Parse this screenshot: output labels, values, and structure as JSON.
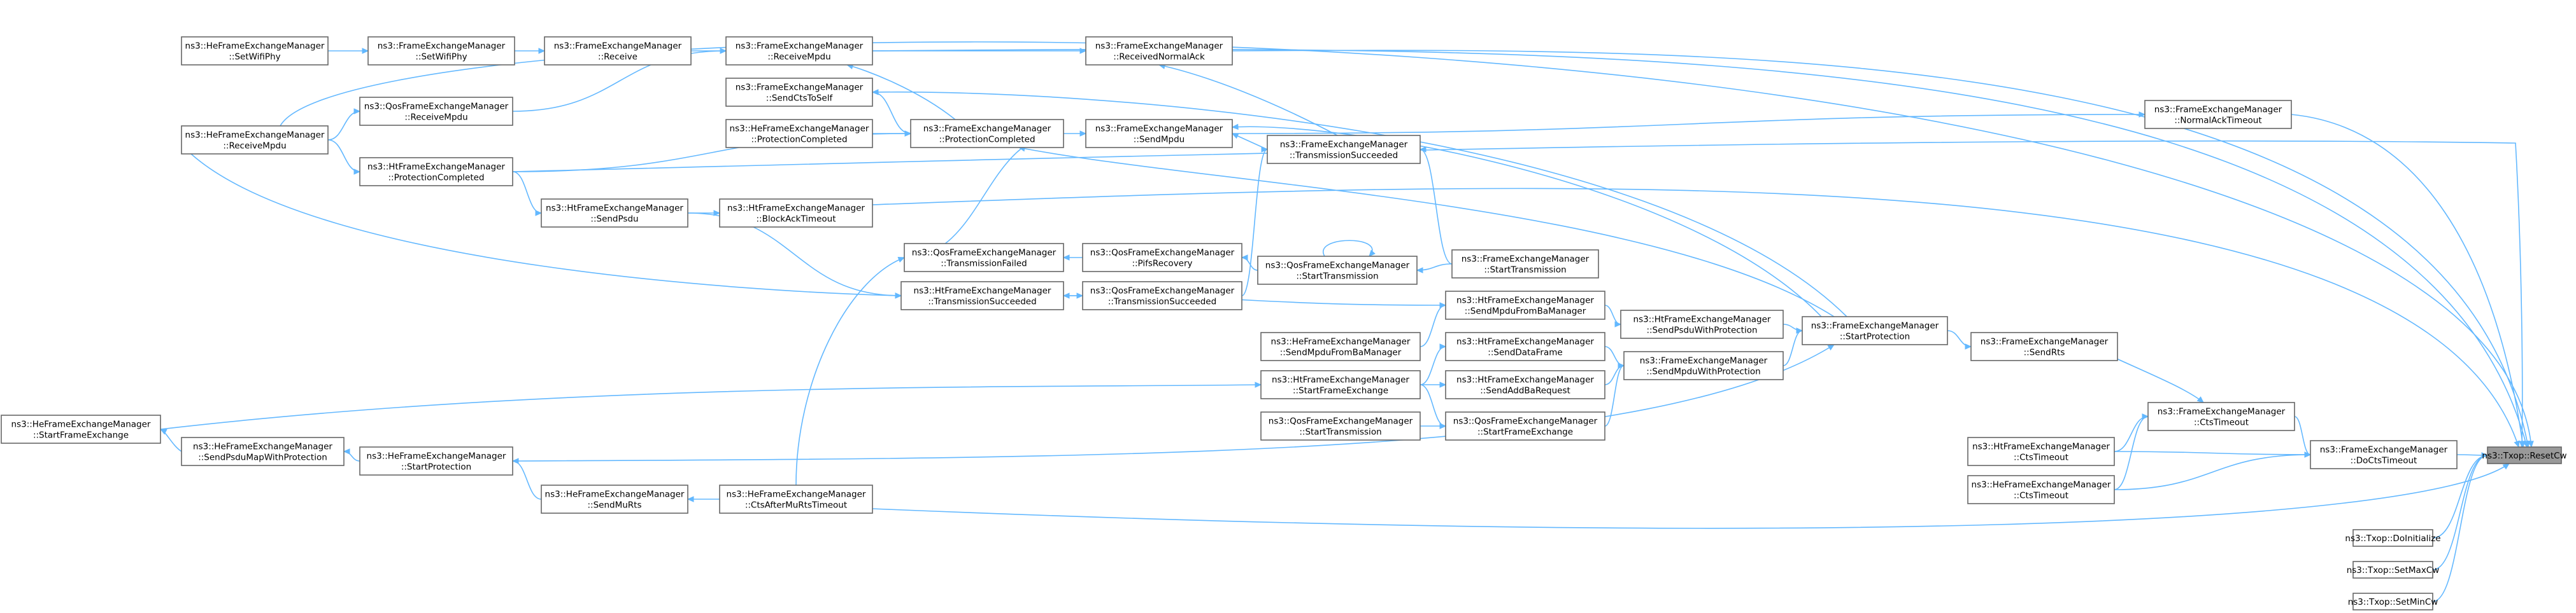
{
  "graph": {
    "root": "txop-resetcw",
    "nodes": [
      {
        "id": "txop-resetcw",
        "lines": [
          "ns3::Txop::ResetCw"
        ]
      },
      {
        "id": "fem-dectstimeout",
        "lines": [
          "ns3::FrameExchangeManager",
          "::DoCtsTimeout"
        ]
      },
      {
        "id": "txop-doinitialize",
        "lines": [
          "ns3::Txop::DoInitialize"
        ]
      },
      {
        "id": "txop-setmaxcw",
        "lines": [
          "ns3::Txop::SetMaxCw"
        ]
      },
      {
        "id": "txop-setmincw",
        "lines": [
          "ns3::Txop::SetMinCw"
        ]
      },
      {
        "id": "fem-ctstimeout",
        "lines": [
          "ns3::FrameExchangeManager",
          "::CtsTimeout"
        ]
      },
      {
        "id": "htfem-ctstimeout",
        "lines": [
          "ns3::HtFrameExchangeManager",
          "::CtsTimeout"
        ]
      },
      {
        "id": "hefem-ctstimeout",
        "lines": [
          "ns3::HeFrameExchangeManager",
          "::CtsTimeout"
        ]
      },
      {
        "id": "fem-sendrts",
        "lines": [
          "ns3::FrameExchangeManager",
          "::SendRts"
        ]
      },
      {
        "id": "fem-startprotection",
        "lines": [
          "ns3::FrameExchangeManager",
          "::StartProtection"
        ]
      },
      {
        "id": "fem-normalacktimeout",
        "lines": [
          "ns3::FrameExchangeManager",
          "::NormalAckTimeout"
        ]
      },
      {
        "id": "fem-receivednormalack",
        "lines": [
          "ns3::FrameExchangeManager",
          "::ReceivedNormalAck"
        ]
      },
      {
        "id": "fem-receivempdu",
        "lines": [
          "ns3::FrameExchangeManager",
          "::ReceiveMpdu"
        ]
      },
      {
        "id": "fem-receive",
        "lines": [
          "ns3::FrameExchangeManager",
          "::Receive"
        ]
      },
      {
        "id": "fem-setwifiphy",
        "lines": [
          "ns3::FrameExchangeManager",
          "::SetWifiPhy"
        ]
      },
      {
        "id": "hefem-setwifiphy",
        "lines": [
          "ns3::HeFrameExchangeManager",
          "::SetWifiPhy"
        ]
      },
      {
        "id": "hefem-receivempdu",
        "lines": [
          "ns3::HeFrameExchangeManager",
          "::ReceiveMpdu"
        ]
      },
      {
        "id": "qosfem-receivempdu",
        "lines": [
          "ns3::QosFrameExchangeManager",
          "::ReceiveMpdu"
        ]
      },
      {
        "id": "fem-sendctstoself",
        "lines": [
          "ns3::FrameExchangeManager",
          "::SendCtsToSelf"
        ]
      },
      {
        "id": "hefem-protectioncompleted",
        "lines": [
          "ns3::HeFrameExchangeManager",
          "::ProtectionCompleted"
        ]
      },
      {
        "id": "fem-protectioncompleted",
        "lines": [
          "ns3::FrameExchangeManager",
          "::ProtectionCompleted"
        ]
      },
      {
        "id": "fem-sendmpdu",
        "lines": [
          "ns3::FrameExchangeManager",
          "::SendMpdu"
        ]
      },
      {
        "id": "fem-transmissionsucceeded",
        "lines": [
          "ns3::FrameExchangeManager",
          "::TransmissionSucceeded"
        ]
      },
      {
        "id": "htfem-protectioncompleted",
        "lines": [
          "ns3::HtFrameExchangeManager",
          "::ProtectionCompleted"
        ]
      },
      {
        "id": "htfem-sendpsdu",
        "lines": [
          "ns3::HtFrameExchangeManager",
          "::SendPsdu"
        ]
      },
      {
        "id": "htfem-blockacktimeout",
        "lines": [
          "ns3::HtFrameExchangeManager",
          "::BlockAckTimeout"
        ]
      },
      {
        "id": "qosfem-transmissionfailed",
        "lines": [
          "ns3::QosFrameExchangeManager",
          "::TransmissionFailed"
        ]
      },
      {
        "id": "qosfem-pifsrecovery",
        "lines": [
          "ns3::QosFrameExchangeManager",
          "::PifsRecovery"
        ]
      },
      {
        "id": "qosfem-starttransmission-a",
        "lines": [
          "ns3::QosFrameExchangeManager",
          "::StartTransmission"
        ]
      },
      {
        "id": "fem-starttransmission",
        "lines": [
          "ns3::FrameExchangeManager",
          "::StartTransmission"
        ]
      },
      {
        "id": "htfem-transmissionsucceeded",
        "lines": [
          "ns3::HtFrameExchangeManager",
          "::TransmissionSucceeded"
        ]
      },
      {
        "id": "qosfem-transmissionsucceeded",
        "lines": [
          "ns3::QosFrameExchangeManager",
          "::TransmissionSucceeded"
        ]
      },
      {
        "id": "htfem-sendmpdufrombamanager",
        "lines": [
          "ns3::HtFrameExchangeManager",
          "::SendMpduFromBaManager"
        ]
      },
      {
        "id": "htfem-sendpsduwithprotection",
        "lines": [
          "ns3::HtFrameExchangeManager",
          "::SendPsduWithProtection"
        ]
      },
      {
        "id": "hefem-sendmpdufrombamanager",
        "lines": [
          "ns3::HeFrameExchangeManager",
          "::SendMpduFromBaManager"
        ]
      },
      {
        "id": "htfem-senddataframe",
        "lines": [
          "ns3::HtFrameExchangeManager",
          "::SendDataFrame"
        ]
      },
      {
        "id": "fem-sendmpduwithprotection",
        "lines": [
          "ns3::FrameExchangeManager",
          "::SendMpduWithProtection"
        ]
      },
      {
        "id": "htfem-startframeexchange",
        "lines": [
          "ns3::HtFrameExchangeManager",
          "::StartFrameExchange"
        ]
      },
      {
        "id": "htfem-sendaddbarequest",
        "lines": [
          "ns3::HtFrameExchangeManager",
          "::SendAddBaRequest"
        ]
      },
      {
        "id": "hefem-startframeexchange",
        "lines": [
          "ns3::HeFrameExchangeManager",
          "::StartFrameExchange"
        ]
      },
      {
        "id": "qosfem-starttransmission-b",
        "lines": [
          "ns3::QosFrameExchangeManager",
          "::StartTransmission"
        ]
      },
      {
        "id": "qosfem-startframeexchange",
        "lines": [
          "ns3::QosFrameExchangeManager",
          "::StartFrameExchange"
        ]
      },
      {
        "id": "hefem-sendpsdumapwithprotection",
        "lines": [
          "ns3::HeFrameExchangeManager",
          "::SendPsduMapWithProtection"
        ]
      },
      {
        "id": "hefem-startprotection",
        "lines": [
          "ns3::HeFrameExchangeManager",
          "::StartProtection"
        ]
      },
      {
        "id": "hefem-sendmurts",
        "lines": [
          "ns3::HeFrameExchangeManager",
          "::SendMuRts"
        ]
      },
      {
        "id": "hefem-ctsaftermurtstimeout",
        "lines": [
          "ns3::HeFrameExchangeManager",
          "::CtsAfterMuRtsTimeout"
        ]
      }
    ],
    "edges": [
      [
        "fem-dectstimeout",
        "txop-resetcw"
      ],
      [
        "txop-doinitialize",
        "txop-resetcw"
      ],
      [
        "txop-setmaxcw",
        "txop-resetcw"
      ],
      [
        "txop-setmincw",
        "txop-resetcw"
      ],
      [
        "fem-ctstimeout",
        "fem-dectstimeout"
      ],
      [
        "htfem-ctstimeout",
        "fem-dectstimeout"
      ],
      [
        "hefem-ctstimeout",
        "fem-dectstimeout"
      ],
      [
        "fem-sendrts",
        "fem-ctstimeout"
      ],
      [
        "htfem-ctstimeout",
        "fem-ctstimeout"
      ],
      [
        "hefem-ctstimeout",
        "fem-ctstimeout"
      ],
      [
        "fem-startprotection",
        "fem-sendrts"
      ],
      [
        "htfem-sendpsduwithprotection",
        "fem-startprotection"
      ],
      [
        "fem-sendmpduwithprotection",
        "fem-startprotection"
      ],
      [
        "fem-normalacktimeout",
        "txop-resetcw"
      ],
      [
        "fem-receivednormalack",
        "txop-resetcw"
      ],
      [
        "fem-receivempdu",
        "fem-receivednormalack"
      ],
      [
        "fem-receive",
        "fem-receivempdu"
      ],
      [
        "fem-setwifiphy",
        "fem-receive"
      ],
      [
        "hefem-setwifiphy",
        "fem-setwifiphy"
      ],
      [
        "qosfem-receivempdu",
        "fem-receivempdu"
      ],
      [
        "hefem-receivempdu",
        "qosfem-receivempdu"
      ],
      [
        "fem-transmissionsucceeded",
        "fem-receivednormalack"
      ],
      [
        "fem-sendmpdu",
        "fem-normalacktimeout"
      ],
      [
        "fem-protectioncompleted",
        "fem-sendmpdu"
      ],
      [
        "fem-transmissionsucceeded",
        "fem-sendmpdu"
      ],
      [
        "fem-startprotection",
        "fem-sendctstoself"
      ],
      [
        "fem-sendctstoself",
        "fem-protectioncompleted"
      ],
      [
        "hefem-protectioncompleted",
        "fem-protectioncompleted"
      ],
      [
        "htfem-protectioncompleted",
        "fem-protectioncompleted"
      ],
      [
        "fem-startprotection",
        "fem-protectioncompleted"
      ],
      [
        "fem-protectioncompleted",
        "fem-receivempdu"
      ],
      [
        "hefem-receivempdu",
        "htfem-protectioncompleted"
      ],
      [
        "htfem-protectioncompleted",
        "htfem-sendpsdu"
      ],
      [
        "htfem-sendpsdu",
        "htfem-blockacktimeout"
      ],
      [
        "htfem-blockacktimeout",
        "txop-resetcw"
      ],
      [
        "qosfem-transmissionfailed",
        "fem-protectioncompleted"
      ],
      [
        "qosfem-pifsrecovery",
        "qosfem-transmissionfailed"
      ],
      [
        "qosfem-starttransmission-a",
        "qosfem-pifsrecovery"
      ],
      [
        "qosfem-starttransmission-a",
        "qosfem-starttransmission-a"
      ],
      [
        "fem-starttransmission",
        "qosfem-starttransmission-a"
      ],
      [
        "fem-starttransmission",
        "fem-transmissionsucceeded"
      ],
      [
        "qosfem-transmissionsucceeded",
        "fem-transmissionsucceeded"
      ],
      [
        "htfem-transmissionsucceeded",
        "qosfem-transmissionsucceeded"
      ],
      [
        "htfem-sendpsdu",
        "htfem-transmissionsucceeded"
      ],
      [
        "hefem-receivempdu",
        "htfem-transmissionsucceeded"
      ],
      [
        "htfem-sendmpdufrombamanager",
        "htfem-transmissionsucceeded"
      ],
      [
        "htfem-sendmpdufrombamanager",
        "htfem-sendpsduwithprotection"
      ],
      [
        "hefem-sendmpdufrombamanager",
        "htfem-sendmpdufrombamanager"
      ],
      [
        "htfem-senddataframe",
        "fem-sendmpduwithprotection"
      ],
      [
        "htfem-startframeexchange",
        "htfem-senddataframe"
      ],
      [
        "htfem-startframeexchange",
        "htfem-sendaddbarequest"
      ],
      [
        "htfem-sendaddbarequest",
        "fem-sendmpduwithprotection"
      ],
      [
        "hefem-startframeexchange",
        "htfem-startframeexchange"
      ],
      [
        "qosfem-startframeexchange",
        "fem-sendmpduwithprotection"
      ],
      [
        "qosfem-starttransmission-b",
        "qosfem-startframeexchange"
      ],
      [
        "htfem-startframeexchange",
        "qosfem-startframeexchange"
      ],
      [
        "hefem-sendpsdumapwithprotection",
        "hefem-startframeexchange"
      ],
      [
        "hefem-startprotection",
        "hefem-sendpsdumapwithprotection"
      ],
      [
        "hefem-startprotection",
        "fem-startprotection"
      ],
      [
        "hefem-sendmurts",
        "hefem-startprotection"
      ],
      [
        "hefem-ctsaftermurtstimeout",
        "hefem-sendmurts"
      ],
      [
        "hefem-ctsaftermurtstimeout",
        "txop-resetcw"
      ],
      [
        "hefem-ctsaftermurtstimeout",
        "qosfem-transmissionfailed"
      ],
      [
        "hefem-receivempdu",
        "txop-resetcw"
      ],
      [
        "fem-receivempdu",
        "txop-resetcw"
      ],
      [
        "htfem-protectioncompleted",
        "txop-resetcw"
      ],
      [
        "fem-startprotection",
        "fem-sendmpdu"
      ]
    ]
  }
}
